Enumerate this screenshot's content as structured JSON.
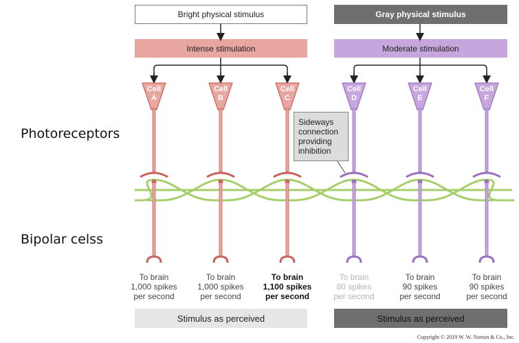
{
  "stimulus": {
    "bright_label": "Bright physical stimulus",
    "gray_label": "Gray physical stimulus",
    "intense_label": "Intense stimulation",
    "moderate_label": "Moderate stimulation"
  },
  "side_labels": {
    "photoreceptors": "Photoreceptors",
    "bipolar": "Bipolar celss"
  },
  "callout": {
    "line1": "Sideways",
    "line2": "connection",
    "line3": "providing",
    "line4": "inhibition"
  },
  "cells": [
    {
      "word": "Cell",
      "letter": "A",
      "out1": "To brain",
      "out2": "1,000 spikes",
      "out3": "per second",
      "group": "red",
      "emphasis": "normal"
    },
    {
      "word": "Cell",
      "letter": "B",
      "out1": "To brain",
      "out2": "1,000 spikes",
      "out3": "per second",
      "group": "red",
      "emphasis": "normal"
    },
    {
      "word": "Cell",
      "letter": "C",
      "out1": "To brain",
      "out2": "1,100 spikes",
      "out3": "per second",
      "group": "red",
      "emphasis": "bold"
    },
    {
      "word": "Cell",
      "letter": "D",
      "out1": "To brain",
      "out2": "80 spikes",
      "out3": "per second",
      "group": "purple",
      "emphasis": "faint"
    },
    {
      "word": "Cell",
      "letter": "E",
      "out1": "To brain",
      "out2": "90 spikes",
      "out3": "per second",
      "group": "purple",
      "emphasis": "normal"
    },
    {
      "word": "Cell",
      "letter": "F",
      "out1": "To brain",
      "out2": "90 spikes",
      "out3": "per second",
      "group": "purple",
      "emphasis": "normal"
    }
  ],
  "perceived": {
    "left_label": "Stimulus as perceived",
    "right_label": "Stimulus as perceived"
  },
  "copyright": "Copyright © 2019 W. W. Norton & Co., Inc.",
  "colors": {
    "red_fill": "#e8a6a0",
    "red_dark": "#c9625a",
    "purple_fill": "#c7a6dd",
    "purple_dark": "#9a6fbf",
    "green": "#a6cf6b",
    "gray_dark": "#6f6f71",
    "gray_light": "#e6e6e6"
  }
}
